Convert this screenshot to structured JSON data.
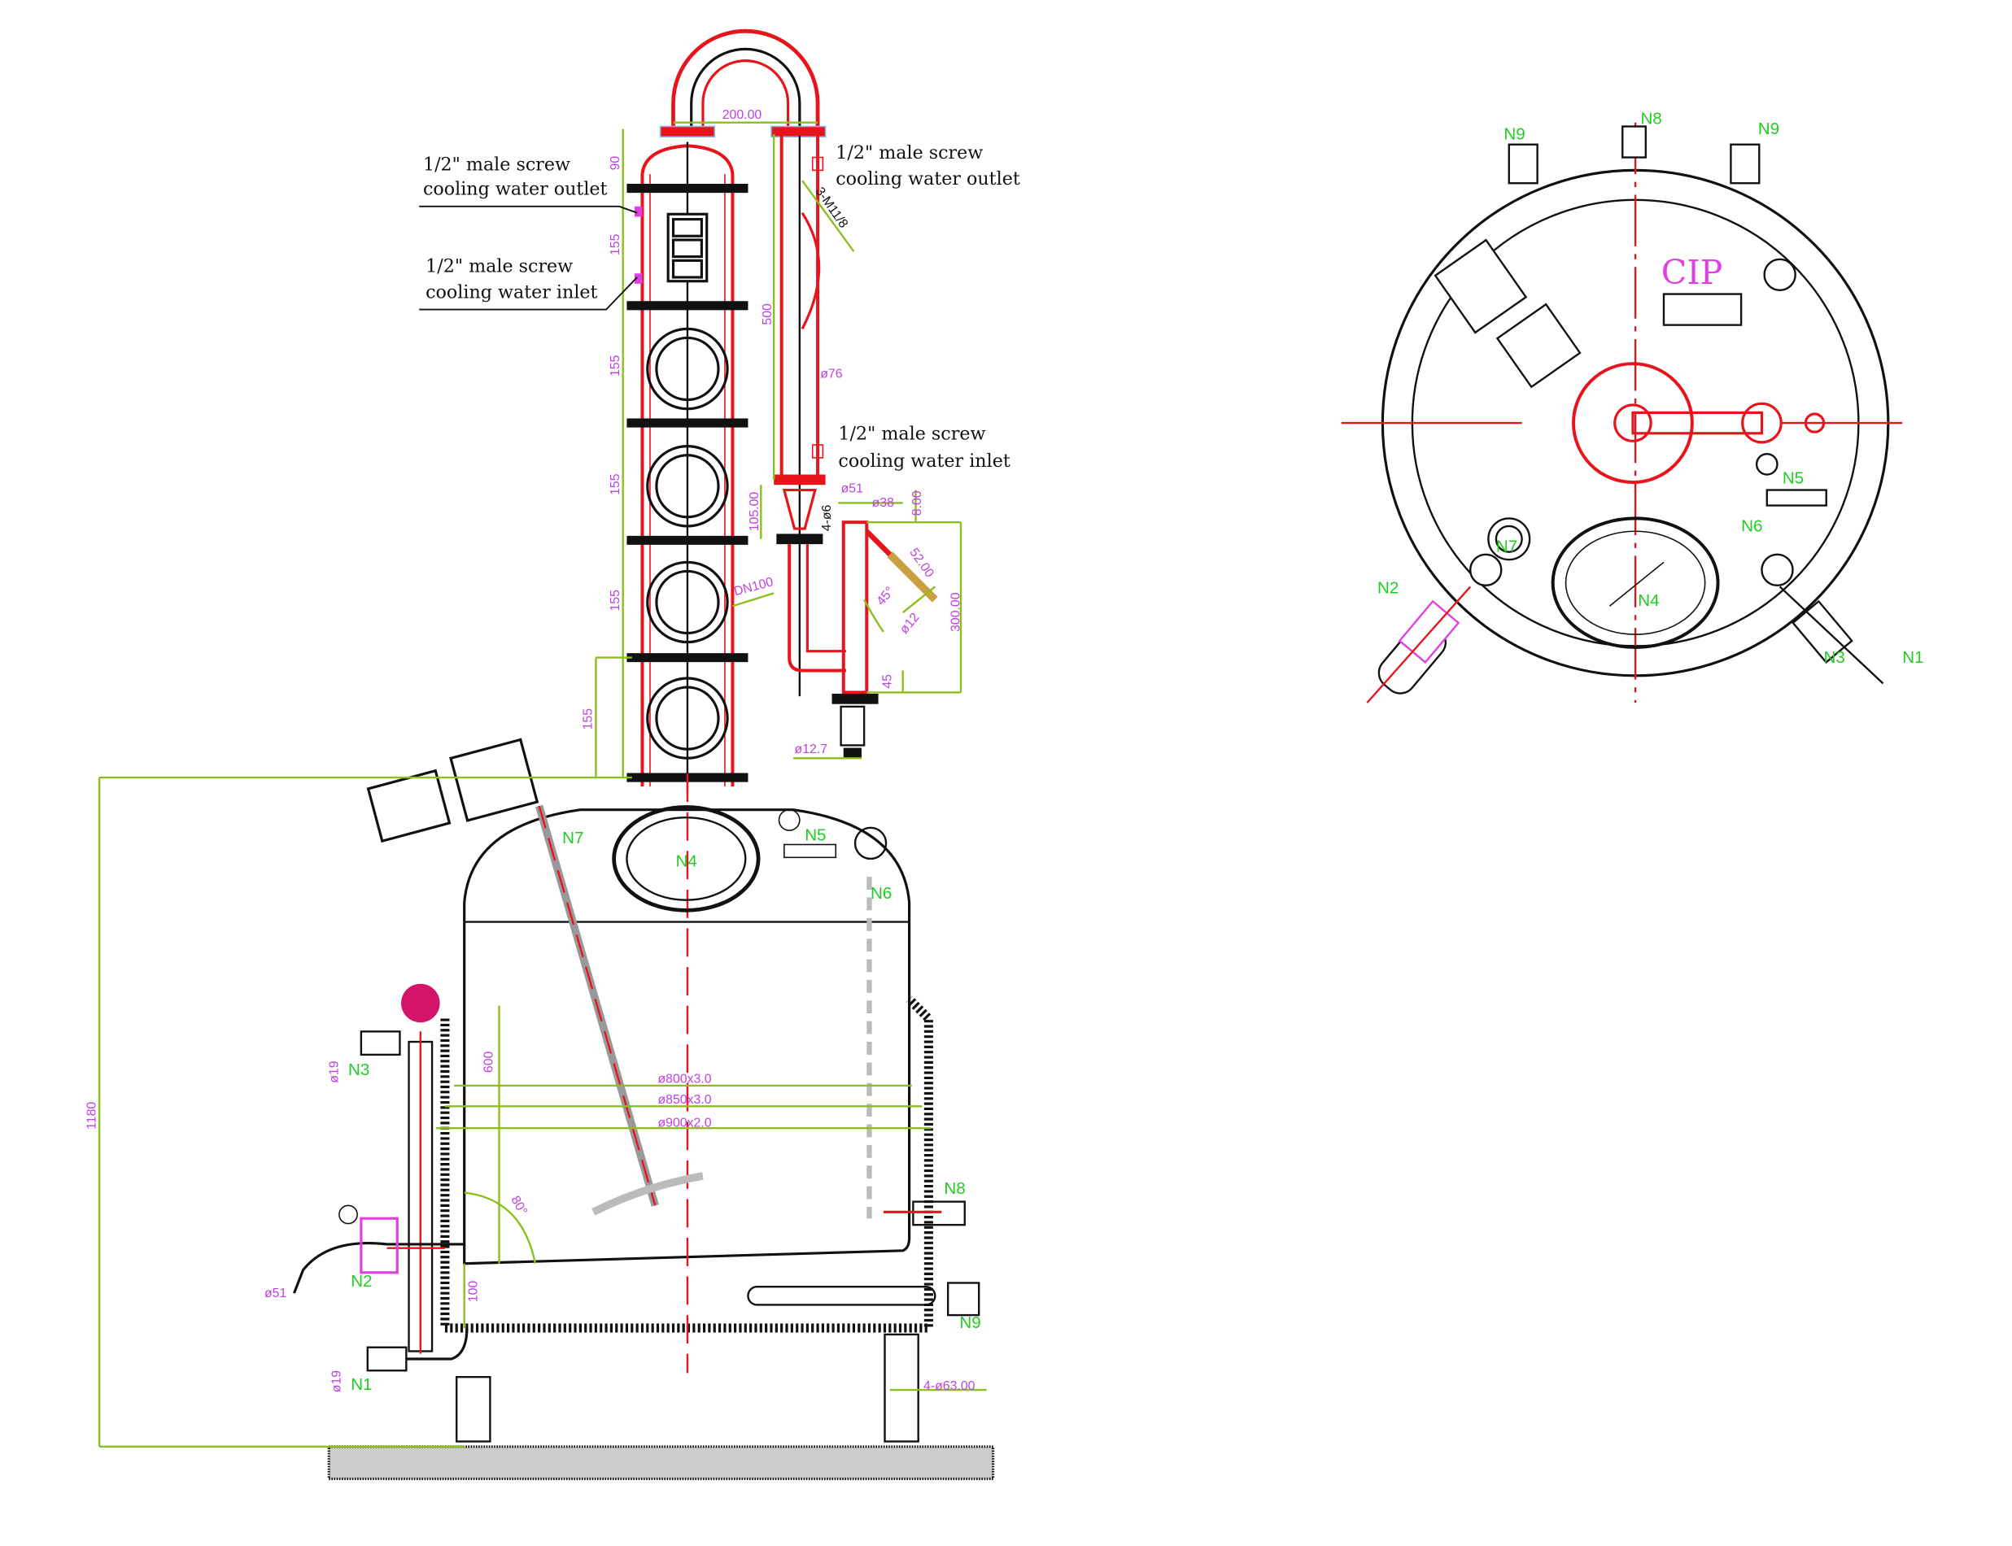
{
  "notes": {
    "left_outlet": [
      "1/2\"  male screw",
      "cooling water outlet"
    ],
    "left_inlet": [
      "1/2\"  male screw",
      "cooling water inlet"
    ],
    "right_outlet": [
      "1/2\"  male screw",
      "cooling water outlet"
    ],
    "right_inlet": [
      "1/2\"  male screw",
      "cooling water inlet"
    ]
  },
  "dimensions": {
    "top_span": "200.00",
    "col_90": "90",
    "col_155_a": "155",
    "col_155_b": "155",
    "col_155_c": "155",
    "col_155_d": "155",
    "col_155_e": "155",
    "cond_500": "500",
    "cond_phi76": "ø76",
    "thread": "3-M11/8",
    "d105": "105.00",
    "phi51": "ø51",
    "phi38": "ø38",
    "d8": "8.00",
    "bolts": "4-ø6",
    "d52": "52.00",
    "ang45": "45°",
    "phi12": "ø12",
    "d300": "300.00",
    "d45": "45",
    "phi12_7": "ø12.7",
    "dn100": "DN100",
    "overall_1180": "1180",
    "shell_600": "600",
    "shell_d1": "ø800x3.0",
    "shell_d2": "ø850x3.0",
    "shell_d3": "ø900x2.0",
    "angle_80": "80°",
    "bottom_100": "100",
    "phi19_n3": "ø19",
    "phi19_n1": "ø19",
    "phi51_n2": "ø51",
    "legs": "4-ø63.00"
  },
  "nozzles_side": [
    "N7",
    "N5",
    "N6",
    "N3",
    "N2",
    "N8",
    "N9",
    "N1",
    "N4"
  ],
  "nozzles_top": [
    "N9",
    "N8",
    "N9",
    "N5",
    "N6",
    "N7",
    "N2",
    "N4",
    "N3",
    "N1"
  ],
  "cip_label": "CIP",
  "colors": {
    "steel": "#e8141c",
    "dimension": "#8cbf1e",
    "dim_text": "#c040e0",
    "tag": "#22cc22",
    "line": "#111111"
  }
}
